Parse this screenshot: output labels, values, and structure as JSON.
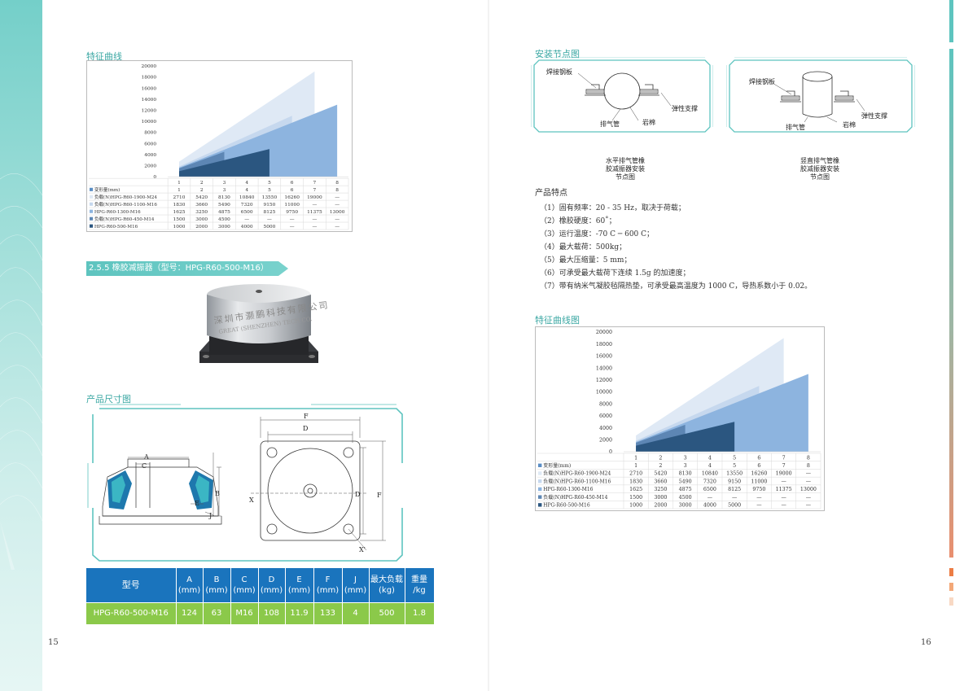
{
  "pages": {
    "left_number": "15",
    "right_number": "16"
  },
  "left": {
    "curve_title": "特征曲线",
    "product_banner": "2.5.5 橡胶减振器（型号：HPG-R60-500-M16）",
    "dimension_title": "产品尺寸图",
    "photo_text_cn": "深圳市灏鹏科技有限公司",
    "photo_text_en": "GREAT (SHENZHEN) TECH CO.",
    "dimension_labels": {
      "a": "A",
      "b": "B",
      "c": "C",
      "d": "D",
      "e": "E",
      "f": "F",
      "j": "J",
      "x": "X",
      "x2": "X'"
    }
  },
  "chart_data": [
    {
      "type": "area",
      "x": [
        1,
        2,
        3,
        4,
        5,
        6,
        7,
        8
      ],
      "ylim": [
        0,
        20000
      ],
      "yticks": [
        "20000",
        "18000",
        "16000",
        "14000",
        "12000",
        "10000",
        "8000",
        "6000",
        "4000",
        "2000",
        "0"
      ],
      "table_header": [
        "1",
        "2",
        "3",
        "4",
        "5",
        "6",
        "7",
        "8"
      ],
      "series": [
        {
          "name": "变形量(mm)",
          "color": "#5b8ec5",
          "cells": [
            "1",
            "2",
            "3",
            "4",
            "5",
            "6",
            "7",
            "8"
          ]
        },
        {
          "name": "负载(N)HPG-R60-1900-M24",
          "color": "#dfe9f5",
          "values": [
            2710,
            5420,
            8130,
            10840,
            13550,
            16260,
            19000
          ],
          "cells": [
            "2710",
            "5420",
            "8130",
            "10840",
            "13550",
            "16260",
            "19000",
            "—"
          ]
        },
        {
          "name": "负载(N)HPG-R60-1100-M16",
          "color": "#c6d8ee",
          "values": [
            1830,
            3660,
            5490,
            7320,
            9150,
            11000
          ],
          "cells": [
            "1830",
            "3660",
            "5490",
            "7320",
            "9150",
            "11000",
            "—",
            "—"
          ]
        },
        {
          "name": "HPG-R60-1300-M16",
          "color": "#8db4df",
          "values": [
            1625,
            3250,
            4875,
            6500,
            8125,
            9750,
            11375,
            13000
          ],
          "cells": [
            "1625",
            "3250",
            "4875",
            "6500",
            "8125",
            "9750",
            "11375",
            "13000"
          ]
        },
        {
          "name": "负载(N)HPG-R60-450-M14",
          "color": "#5d86b4",
          "values": [
            1500,
            3000,
            4500
          ],
          "cells": [
            "1500",
            "3000",
            "4500",
            "—",
            "—",
            "—",
            "—",
            "—"
          ]
        },
        {
          "name": "HPG-R60-500-M16",
          "color": "#2b5680",
          "values": [
            1000,
            2000,
            3000,
            4000,
            5000
          ],
          "cells": [
            "1000",
            "2000",
            "3000",
            "4000",
            "5000",
            "—",
            "—",
            "—"
          ]
        }
      ]
    },
    {
      "type": "area",
      "x": [
        1,
        2,
        3,
        4,
        5,
        6,
        7,
        8
      ],
      "ylim": [
        0,
        20000
      ],
      "yticks": [
        "20000",
        "18000",
        "16000",
        "14000",
        "12000",
        "10000",
        "8000",
        "6000",
        "4000",
        "2000",
        "0"
      ],
      "table_header": [
        "1",
        "2",
        "3",
        "4",
        "5",
        "6",
        "7",
        "8"
      ],
      "series": [
        {
          "name": "变形量(mm)",
          "color": "#5b8ec5",
          "cells": [
            "1",
            "2",
            "3",
            "4",
            "5",
            "6",
            "7",
            "8"
          ]
        },
        {
          "name": "负载(N)HPG-R60-1900-M24",
          "color": "#dfe9f5",
          "values": [
            2710,
            5420,
            8130,
            10840,
            13550,
            16260,
            19000
          ],
          "cells": [
            "2710",
            "5420",
            "8130",
            "10840",
            "13550",
            "16260",
            "19000",
            "—"
          ]
        },
        {
          "name": "负载(N)HPG-R60-1100-M16",
          "color": "#c6d8ee",
          "values": [
            1830,
            3660,
            5490,
            7320,
            9150,
            11000
          ],
          "cells": [
            "1830",
            "3660",
            "5490",
            "7320",
            "9150",
            "11000",
            "—",
            "—"
          ]
        },
        {
          "name": "HPG-R60-1300-M16",
          "color": "#8db4df",
          "values": [
            1625,
            3250,
            4875,
            6500,
            8125,
            9750,
            11375,
            13000
          ],
          "cells": [
            "1625",
            "3250",
            "4875",
            "6500",
            "8125",
            "9750",
            "11375",
            "13000"
          ]
        },
        {
          "name": "负载(N)HPG-R60-450-M14",
          "color": "#5d86b4",
          "values": [
            1500,
            3000,
            4500
          ],
          "cells": [
            "1500",
            "3000",
            "4500",
            "—",
            "—",
            "—",
            "—",
            "—"
          ]
        },
        {
          "name": "HPG-R60-500-M16",
          "color": "#2b5680",
          "values": [
            1000,
            2000,
            3000,
            4000,
            5000
          ],
          "cells": [
            "1000",
            "2000",
            "3000",
            "4000",
            "5000",
            "—",
            "—",
            "—"
          ]
        }
      ]
    }
  ],
  "spec_table": {
    "headers": [
      {
        "l1": "型号",
        "l2": ""
      },
      {
        "l1": "A",
        "l2": "(mm)"
      },
      {
        "l1": "B",
        "l2": "(mm)"
      },
      {
        "l1": "C",
        "l2": "(mm)"
      },
      {
        "l1": "D",
        "l2": "(mm)"
      },
      {
        "l1": "E",
        "l2": "(mm)"
      },
      {
        "l1": "F",
        "l2": "(mm)"
      },
      {
        "l1": "J",
        "l2": "(mm)"
      },
      {
        "l1": "最大负载",
        "l2": "(kg)"
      },
      {
        "l1": "重量",
        "l2": "/kg"
      }
    ],
    "row": [
      "HPG-R60-500-M16",
      "124",
      "63",
      "M16",
      "108",
      "11.9",
      "133",
      "4",
      "500",
      "1.8"
    ]
  },
  "right": {
    "install_title": "安装节点图",
    "node1": {
      "plate": "焊接钢板",
      "pipe": "排气管",
      "wool": "岩棉",
      "support": "弹性支撑",
      "caption": [
        "水平排气管橡",
        "胶减振器安装",
        "节点图"
      ]
    },
    "node2": {
      "plate": "焊接钢板",
      "pipe": "排气管",
      "wool": "岩棉",
      "support": "弹性支撑",
      "caption": [
        "竖直排气管橡",
        "胶减振器安装",
        "节点图"
      ]
    },
    "features_title": "产品特点",
    "features": [
      "（1）固有频率：20 - 35 Hz，取决于荷载；",
      "（2）橡胶硬度：60˚；",
      "（3）运行温度：-70 C ─ 600 C；",
      "（4）最大载荷：500kg；",
      "（5）最大压缩量：5 mm；",
      "（6）可承受最大载荷下连续 1.5g 的加速度；",
      "（7）带有纳米气凝胶毡隔热垫，可承受最高温度为 1000 C，导热系数小于 0.02。"
    ],
    "curve_title": "特征曲线图"
  }
}
